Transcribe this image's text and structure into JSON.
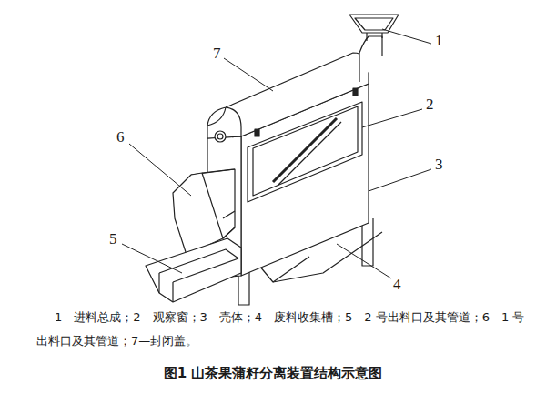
{
  "diagram": {
    "caption": "图1 山茶果蒲籽分离装置结构示意图",
    "labels": [
      "7",
      "1",
      "2",
      "6",
      "3",
      "5",
      "4",
      "1—进料总成；2—观察窗；3—壳体；4—废料收集槽；5—2 号出料口及其管道；6—1 号出料口及其管道；7—封闭盖。"
    ]
  }
}
